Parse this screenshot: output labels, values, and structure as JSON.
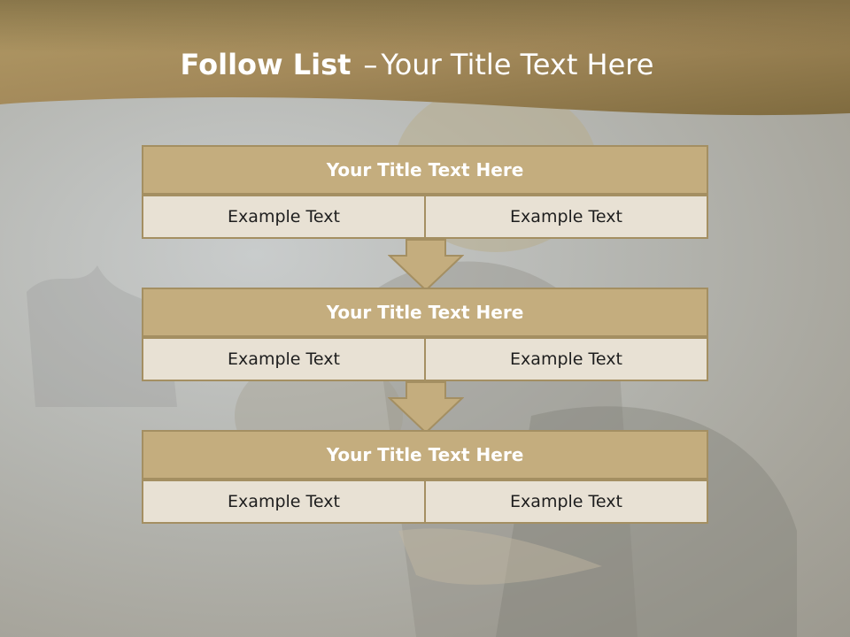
{
  "title": {
    "bold": "Follow List",
    "dash": "–",
    "rest": "Your Title Text Here"
  },
  "blocks": [
    {
      "heading": "Your Title Text Here",
      "left": "Example Text",
      "right": "Example Text"
    },
    {
      "heading": "Your Title Text Here",
      "left": "Example Text",
      "right": "Example Text"
    },
    {
      "heading": "Your Title Text Here",
      "left": "Example Text",
      "right": "Example Text"
    }
  ],
  "colors": {
    "banner": "#a88f5c",
    "header_fill": "#c4ad7e",
    "cell_fill": "#e8e1d4",
    "border": "#a48f62",
    "arrow_fill": "#c4ad7e"
  }
}
